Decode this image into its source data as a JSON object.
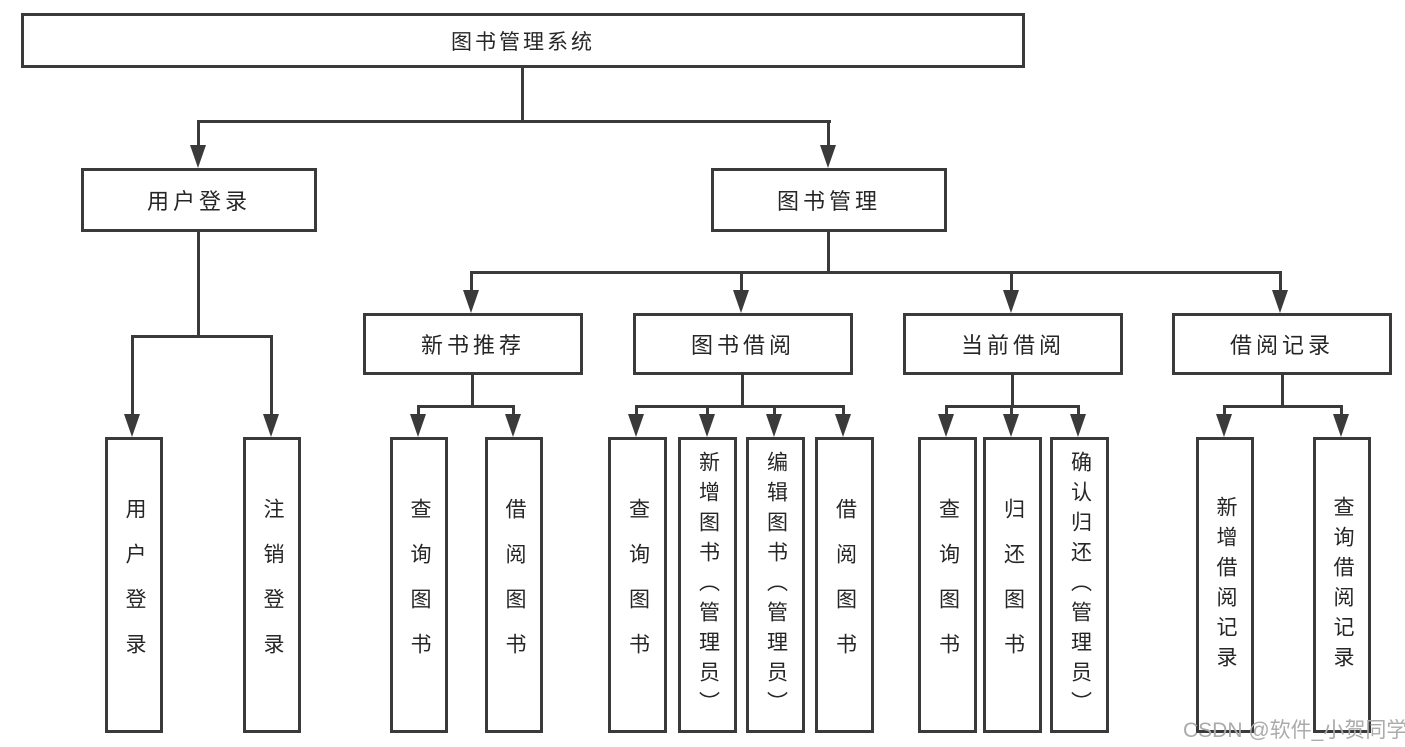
{
  "diagram": {
    "root": {
      "label": "图书管理系统"
    },
    "branches": [
      {
        "label": "用户登录",
        "children": [
          {
            "label": "用户登录"
          },
          {
            "label": "注销登录"
          }
        ]
      },
      {
        "label": "图书管理",
        "children": [
          {
            "label": "新书推荐",
            "children": [
              {
                "label": "查询图书"
              },
              {
                "label": "借阅图书"
              }
            ]
          },
          {
            "label": "图书借阅",
            "children": [
              {
                "label": "查询图书"
              },
              {
                "label": "新增图书（管理员）"
              },
              {
                "label": "编辑图书（管理员）"
              },
              {
                "label": "借阅图书"
              }
            ]
          },
          {
            "label": "当前借阅",
            "children": [
              {
                "label": "查询图书"
              },
              {
                "label": "归还图书"
              },
              {
                "label": "确认归还（管理员）"
              }
            ]
          },
          {
            "label": "借阅记录",
            "children": [
              {
                "label": "新增借阅记录"
              },
              {
                "label": "查询借阅记录"
              }
            ]
          }
        ]
      }
    ]
  },
  "watermark": {
    "text": "CSDN @软件_小贺同学"
  },
  "colors": {
    "line": "#3a3a3a",
    "text": "#262626",
    "watermark": "#ababab",
    "background": "#ffffff"
  }
}
